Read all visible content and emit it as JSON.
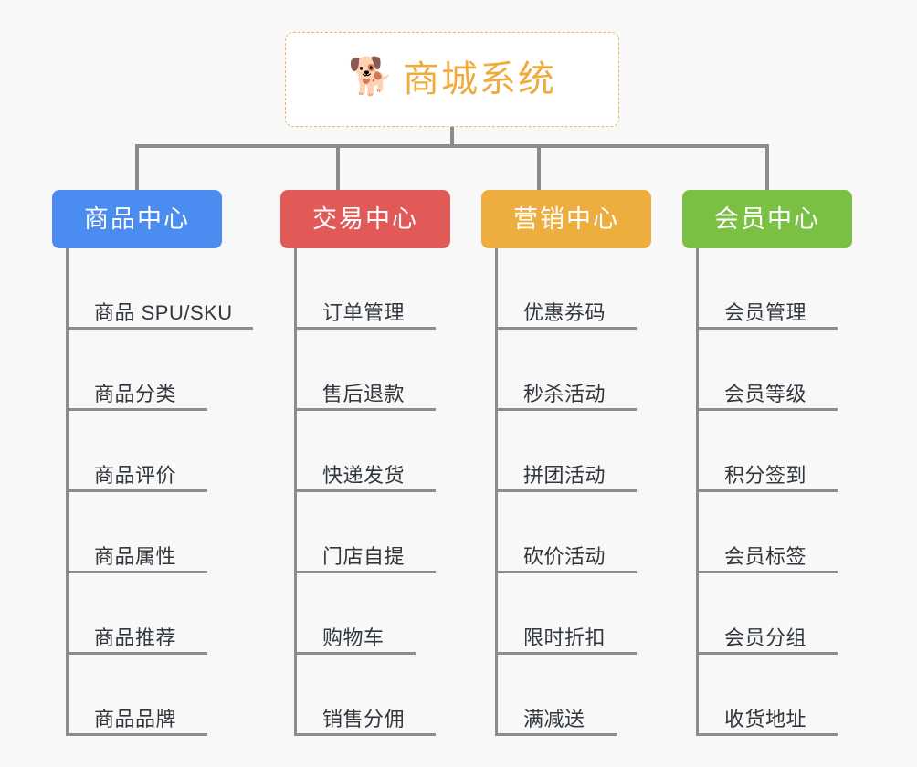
{
  "background_color": "#f8f8f8",
  "root": {
    "icon": "shiba-dog-face-icon",
    "icon_glyph": "🐕",
    "title": "商城系统",
    "text_color": "#efac3d",
    "border_color": "#e8b860"
  },
  "connector_color": "#8c8c8c",
  "columns": [
    {
      "id": "product-center",
      "title": "商品中心",
      "color": "#4a8cf0",
      "items": [
        {
          "label": "商品 SPU/SKU",
          "underline_width": 202
        },
        {
          "label": "商品分类",
          "underline_width": 152
        },
        {
          "label": "商品评价",
          "underline_width": 152
        },
        {
          "label": "商品属性",
          "underline_width": 152
        },
        {
          "label": "商品推荐",
          "underline_width": 152
        },
        {
          "label": "商品品牌",
          "underline_width": 152
        }
      ]
    },
    {
      "id": "trade-center",
      "title": "交易中心",
      "color": "#e25a58",
      "items": [
        {
          "label": "订单管理",
          "underline_width": 152
        },
        {
          "label": "售后退款",
          "underline_width": 152
        },
        {
          "label": "快递发货",
          "underline_width": 152
        },
        {
          "label": "门店自提",
          "underline_width": 152
        },
        {
          "label": "购物车",
          "underline_width": 130
        },
        {
          "label": "销售分佣",
          "underline_width": 152
        }
      ]
    },
    {
      "id": "marketing-center",
      "title": "营销中心",
      "color": "#edae3f",
      "items": [
        {
          "label": "优惠券码",
          "underline_width": 152
        },
        {
          "label": "秒杀活动",
          "underline_width": 152
        },
        {
          "label": "拼团活动",
          "underline_width": 152
        },
        {
          "label": "砍价活动",
          "underline_width": 152
        },
        {
          "label": "限时折扣",
          "underline_width": 152
        },
        {
          "label": "满减送",
          "underline_width": 130
        }
      ]
    },
    {
      "id": "member-center",
      "title": "会员中心",
      "color": "#7ac143",
      "items": [
        {
          "label": "会员管理",
          "underline_width": 152
        },
        {
          "label": "会员等级",
          "underline_width": 152
        },
        {
          "label": "积分签到",
          "underline_width": 152
        },
        {
          "label": "会员标签",
          "underline_width": 152
        },
        {
          "label": "会员分组",
          "underline_width": 152
        },
        {
          "label": "收货地址",
          "underline_width": 152
        }
      ]
    }
  ]
}
